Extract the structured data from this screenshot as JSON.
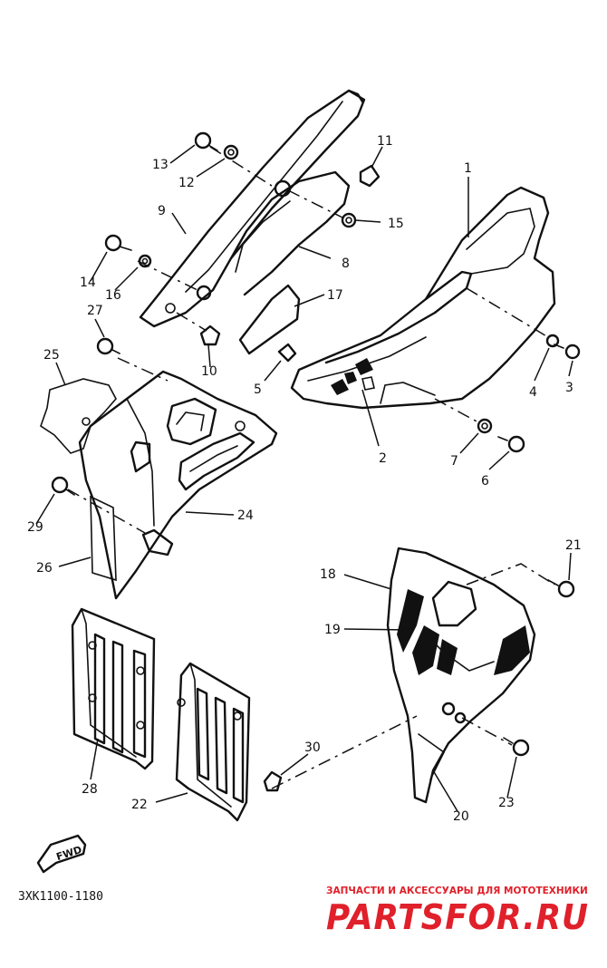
{
  "diagram_code": "3XK1100-1180",
  "watermark": {
    "tagline": "ЗАПЧАСТИ И АКСЕССУАРЫ ДЛЯ МОТОТЕХНИКИ",
    "brand": "PARTSFOR.RU"
  },
  "direction_label": "FWD",
  "callouts": {
    "c1": "1",
    "c2": "2",
    "c3": "3",
    "c4": "4",
    "c5": "5",
    "c6": "6",
    "c7": "7",
    "c8": "8",
    "c9": "9",
    "c10": "10",
    "c11": "11",
    "c12": "12",
    "c13": "13",
    "c14": "14",
    "c15": "15",
    "c16": "16",
    "c17": "17",
    "c18": "18",
    "c19": "19",
    "c20": "20",
    "c21": "21",
    "c22": "22",
    "c23": "23",
    "c24": "24",
    "c25": "25",
    "c26": "26",
    "c27": "27",
    "c28": "28",
    "c29": "29",
    "c30": "30"
  }
}
